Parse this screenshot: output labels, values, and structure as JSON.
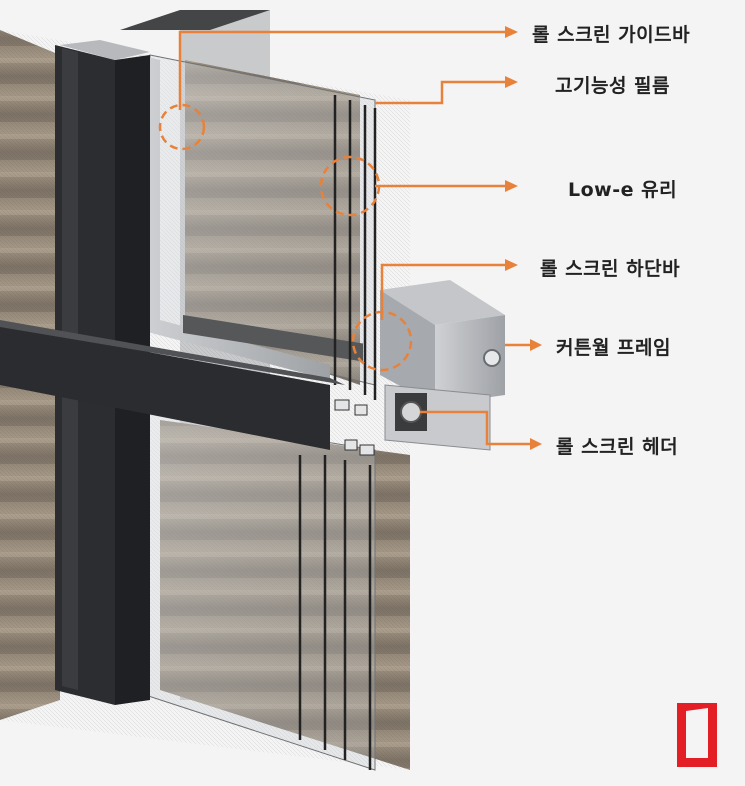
{
  "diagram": {
    "labels": {
      "guide_bar": "롤 스크린 가이드바",
      "film": "고기능성 필름",
      "low_e_glass": "Low-e 유리",
      "bottom_bar": "롤 스크린 하단바",
      "curtain_wall_frame": "커튼월 프레임",
      "header": "롤 스크린 헤더"
    },
    "colors": {
      "leader_line": "#e8823a",
      "frame_dark": "#2c2d30",
      "frame_aluminum": "#b9bbbe",
      "screen_brown": "#8c7f72",
      "logo_red": "#e31e24"
    },
    "logo": "red-frame-logo"
  }
}
